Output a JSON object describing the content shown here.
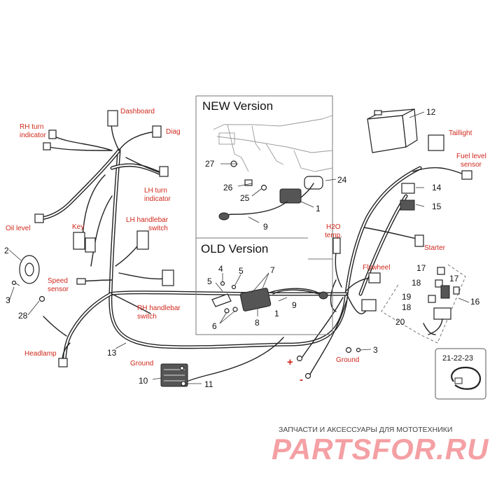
{
  "callouts": {
    "dashboard": "Dashboard",
    "diag": "Diag",
    "rh_turn_1": "RH turn",
    "rh_turn_2": "indicator",
    "lh_turn_1": "LH turn",
    "lh_turn_2": "indicator",
    "oil_level": "Oil level",
    "key": "Key",
    "lh_switch_1": "LH handlebar",
    "lh_switch_2": "switch",
    "speed_1": "Speed",
    "speed_2": "sensor",
    "rh_switch_1": "RH handlebar",
    "rh_switch_2": "switch",
    "headlamp": "Headlamp",
    "ground_left": "Ground",
    "ground_right": "Ground",
    "taillight": "Taillight",
    "fuel_1": "Fuel level",
    "fuel_2": "sensor",
    "h2o_1": "H2O",
    "h2o_2": "temp.",
    "starter": "Starter",
    "flywheel": "Flywheel",
    "plus": "+",
    "minus": "-"
  },
  "boxes": {
    "new_version": "NEW Version",
    "old_version": "OLD Version",
    "clip_parts": "21-22-23"
  },
  "part_numbers": {
    "n1a": "1",
    "n1b": "1",
    "n2": "2",
    "n3a": "3",
    "n3b": "3",
    "n4": "4",
    "n5a": "5",
    "n5b": "5",
    "n6": "6",
    "n7": "7",
    "n8": "8",
    "n9a": "9",
    "n9b": "9",
    "n10": "10",
    "n11": "11",
    "n12": "12",
    "n13": "13",
    "n14": "14",
    "n15": "15",
    "n16": "16",
    "n17a": "17",
    "n17b": "17",
    "n18a": "18",
    "n18b": "18",
    "n19": "19",
    "n20": "20",
    "n24": "24",
    "n25": "25",
    "n26": "26",
    "n27": "27",
    "n28": "28"
  },
  "watermark": {
    "tagline": "ЗАПЧАСТИ И АКСЕССУАРЫ ДЛЯ МОТОТЕХНИКИ",
    "brand": "PARTSFOR.RU"
  },
  "colors": {
    "callout_red": "#d0281c",
    "line_dark": "#222222",
    "watermark_pink": "#f4a0a4"
  }
}
